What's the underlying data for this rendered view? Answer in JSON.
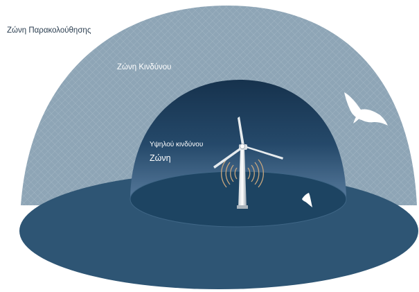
{
  "labels": {
    "monitoring_zone": "Ζώνη Παρακολούθησης",
    "danger_zone": "Ζώνη Κινδύνου",
    "high_risk_line1": "Υψηλού κινδύνου",
    "high_risk_line2": "Ζώνη"
  },
  "icons": {
    "turbine": "wind-turbine-icon",
    "radar": "radar-waves-icon",
    "large_bird": "eagle-icon",
    "small_bird": "small-bird-icon"
  },
  "colors": {
    "outer_dome": "#8ea5b6",
    "inner_dome": "#1e3f5e",
    "ground_outer": "#2e5574",
    "ground_inner": "#1d4462",
    "text_dark": "#2b3e50",
    "text_light": "#ffffff"
  }
}
